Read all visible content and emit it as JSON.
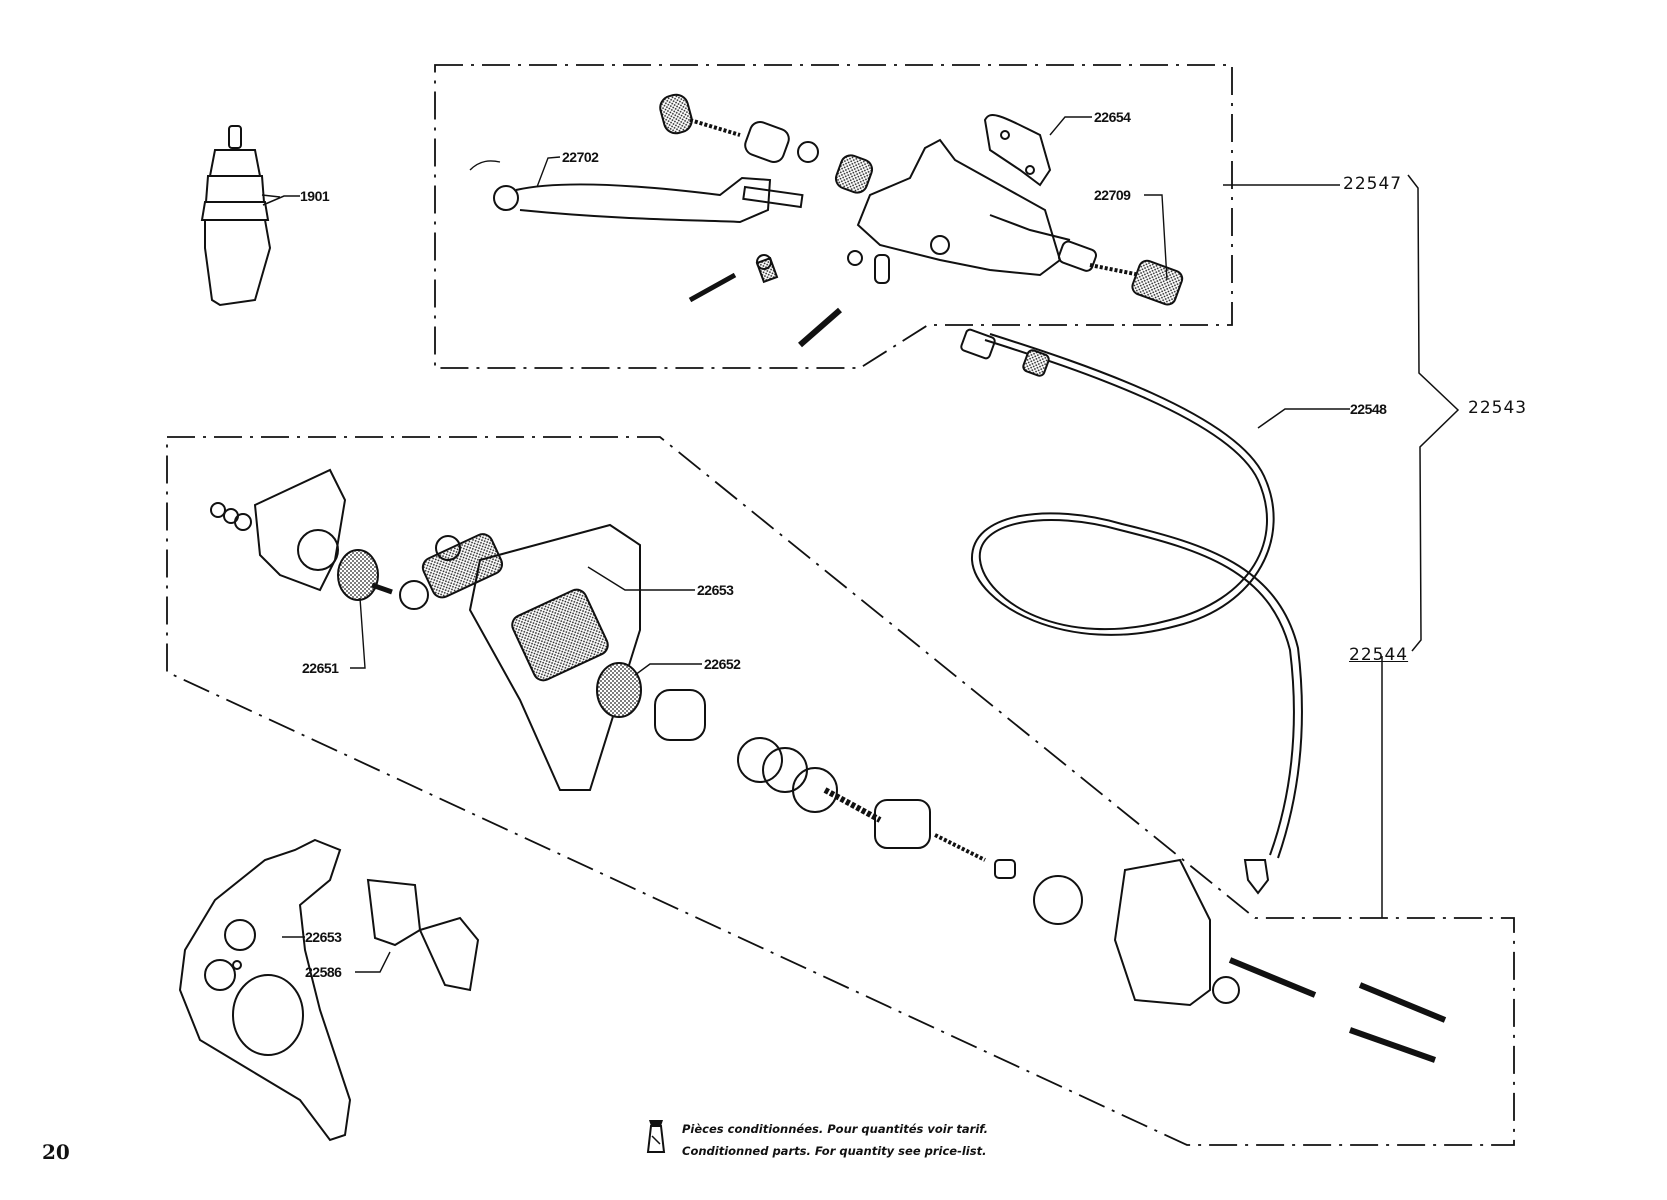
{
  "page": {
    "page_number": "20",
    "footer_note_fr": "Pièces conditionnées. Pour quantités voir tarif.",
    "footer_note_en": "Conditionned parts. For quantity see price-list.",
    "footer_icon": "conditioned-parts-bag-icon"
  },
  "diagram": {
    "title": "Hydraulic brake assembly exploded view",
    "groups": [
      {
        "id": "22543",
        "label": "22543",
        "contains": [
          "22547",
          "22548",
          "22544"
        ],
        "note": "complete brake kit (brace)"
      },
      {
        "id": "22547",
        "label": "22547",
        "note": "master cylinder / lever group (dash-dot box, top)"
      },
      {
        "id": "22544",
        "label": "22544",
        "note": "caliper group (dash-dot outline, lower)"
      }
    ],
    "part_labels": [
      {
        "id": "1901",
        "label": "1901",
        "part": "brake fluid bottle"
      },
      {
        "id": "22702",
        "label": "22702",
        "part": "brake lever"
      },
      {
        "id": "22654",
        "label": "22654",
        "part": "handlebar clamp"
      },
      {
        "id": "22709",
        "label": "22709",
        "part": "banjo bolt / adjuster"
      },
      {
        "id": "22547",
        "label": "22547",
        "part": "master cylinder assembly"
      },
      {
        "id": "22548",
        "label": "22548",
        "part": "hydraulic hose"
      },
      {
        "id": "22543",
        "label": "22543",
        "part": "complete brake set"
      },
      {
        "id": "22544",
        "label": "22544",
        "part": "caliper assembly"
      },
      {
        "id": "22653a",
        "label": "22653",
        "part": "caliper mounting bracket"
      },
      {
        "id": "22651",
        "label": "22651",
        "part": "brake pad (outer)"
      },
      {
        "id": "22652",
        "label": "22652",
        "part": "brake pad (inner)"
      },
      {
        "id": "22653b",
        "label": "22653",
        "part": "caliper mounting bracket (alternate)"
      },
      {
        "id": "22586",
        "label": "22586",
        "part": "pad retainer plate"
      }
    ]
  }
}
